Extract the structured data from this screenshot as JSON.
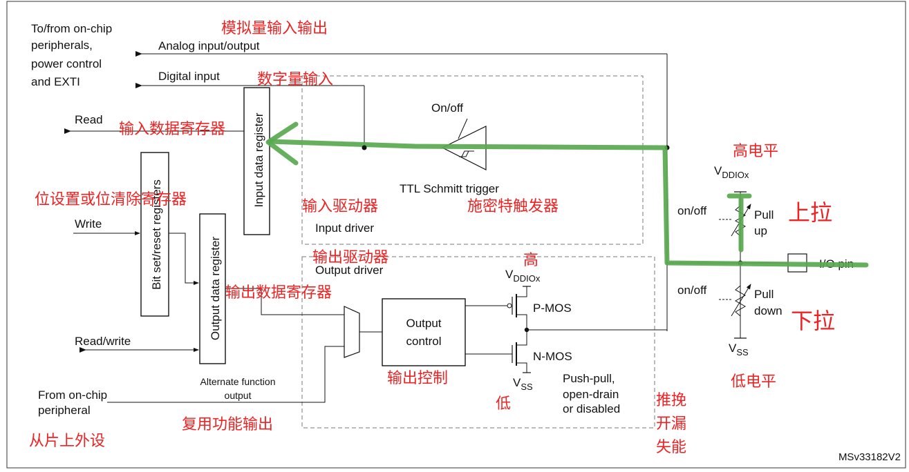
{
  "colors": {
    "annotation": "#ee2222",
    "highlight_path": "#58a84f",
    "line": "#111111",
    "dashed": "#777777"
  },
  "left_labels": {
    "on_chip_line1": "To/from on-chip",
    "on_chip_line2": "peripherals,",
    "on_chip_line3": "power control",
    "on_chip_line4": "and EXTI",
    "analog": "Analog input/output",
    "digital": "Digital input",
    "read": "Read",
    "write": "Write",
    "read_write": "Read/write",
    "from_chip_line1": "From on-chip",
    "from_chip_line2": "peripheral",
    "alt_func_line1": "Alternate function",
    "alt_func_line2": "output"
  },
  "blocks": {
    "input_data_register": "Input data register",
    "bit_set_reset": "Bit set/reset registers",
    "output_data_register": "Output data register",
    "output_control_line1": "Output",
    "output_control_line2": "control",
    "input_driver": "Input driver",
    "output_driver": "Output driver",
    "schmitt": "TTL Schmitt trigger",
    "on_off": "On/off",
    "mode_line1": "Push-pull,",
    "mode_line2": "open-drain",
    "mode_line3": "or disabled"
  },
  "transistors": {
    "pmos": "P-MOS",
    "nmos": "N-MOS"
  },
  "supplies": {
    "v": "V",
    "vddiox_sub": "DDIOx",
    "vss_sub": "SS"
  },
  "right": {
    "on_off_up": "on/off",
    "on_off_down": "on/off",
    "pull_up_line1": "Pull",
    "pull_up_line2": "up",
    "pull_down_line1": "Pull",
    "pull_down_line2": "down",
    "io_pin": "I/O pin"
  },
  "annotations_zh": {
    "analog": "模拟量输入输出",
    "digital": "数字量输入",
    "input_data_reg": "输入数据寄存器",
    "bit_set_reset": "位设置或位清除寄存器",
    "input_driver": "输入驱动器",
    "schmitt": "施密特触发器",
    "output_driver": "输出驱动器",
    "high_small": "高",
    "output_data_reg": "输出数据寄存器",
    "output_control": "输出控制",
    "low_small": "低",
    "alt_output": "复用功能输出",
    "from_peripheral": "从片上外设",
    "mode_line1": "推挽",
    "mode_line2": "开漏",
    "mode_line3": "失能",
    "high_level": "高电平",
    "pull_up": "上拉",
    "pull_down": "下拉",
    "low_level": "低电平"
  },
  "footer": "MSv33182V2"
}
